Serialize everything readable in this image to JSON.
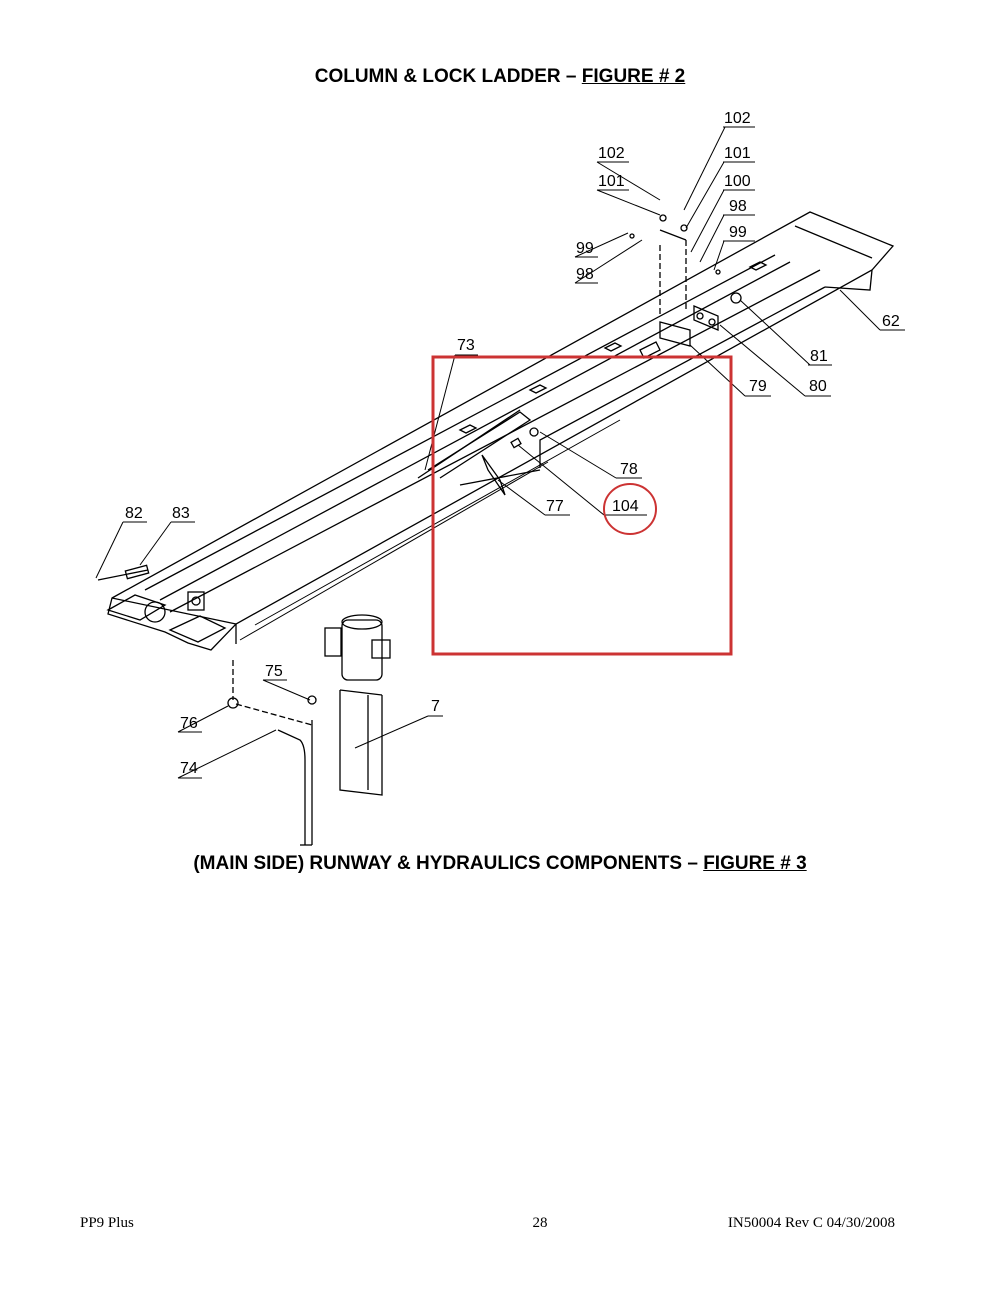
{
  "figure2_title": {
    "prefix": "COLUMN & LOCK LADDER – ",
    "figure": "FIGURE # 2"
  },
  "figure3_title": {
    "prefix": "(MAIN SIDE) RUNWAY & HYDRAULICS COMPONENTS – ",
    "figure": "FIGURE # 3"
  },
  "callouts": {
    "c102a": "102",
    "c101a": "101",
    "c100": "100",
    "c98a": "98",
    "c99a": "99",
    "c102b": "102",
    "c101b": "101",
    "c99b": "99",
    "c98b": "98",
    "c62": "62",
    "c73": "73",
    "c81": "81",
    "c79": "79",
    "c80": "80",
    "c78": "78",
    "c77": "77",
    "c104": "104",
    "c82": "82",
    "c83": "83",
    "c75": "75",
    "c7": "7",
    "c76": "76",
    "c74": "74"
  },
  "highlight": {
    "box_color": "#cc3333",
    "circle_target": "104"
  },
  "footer": {
    "left": "PP9 Plus",
    "center": "28",
    "right": "IN50004 Rev C  04/30/2008"
  }
}
